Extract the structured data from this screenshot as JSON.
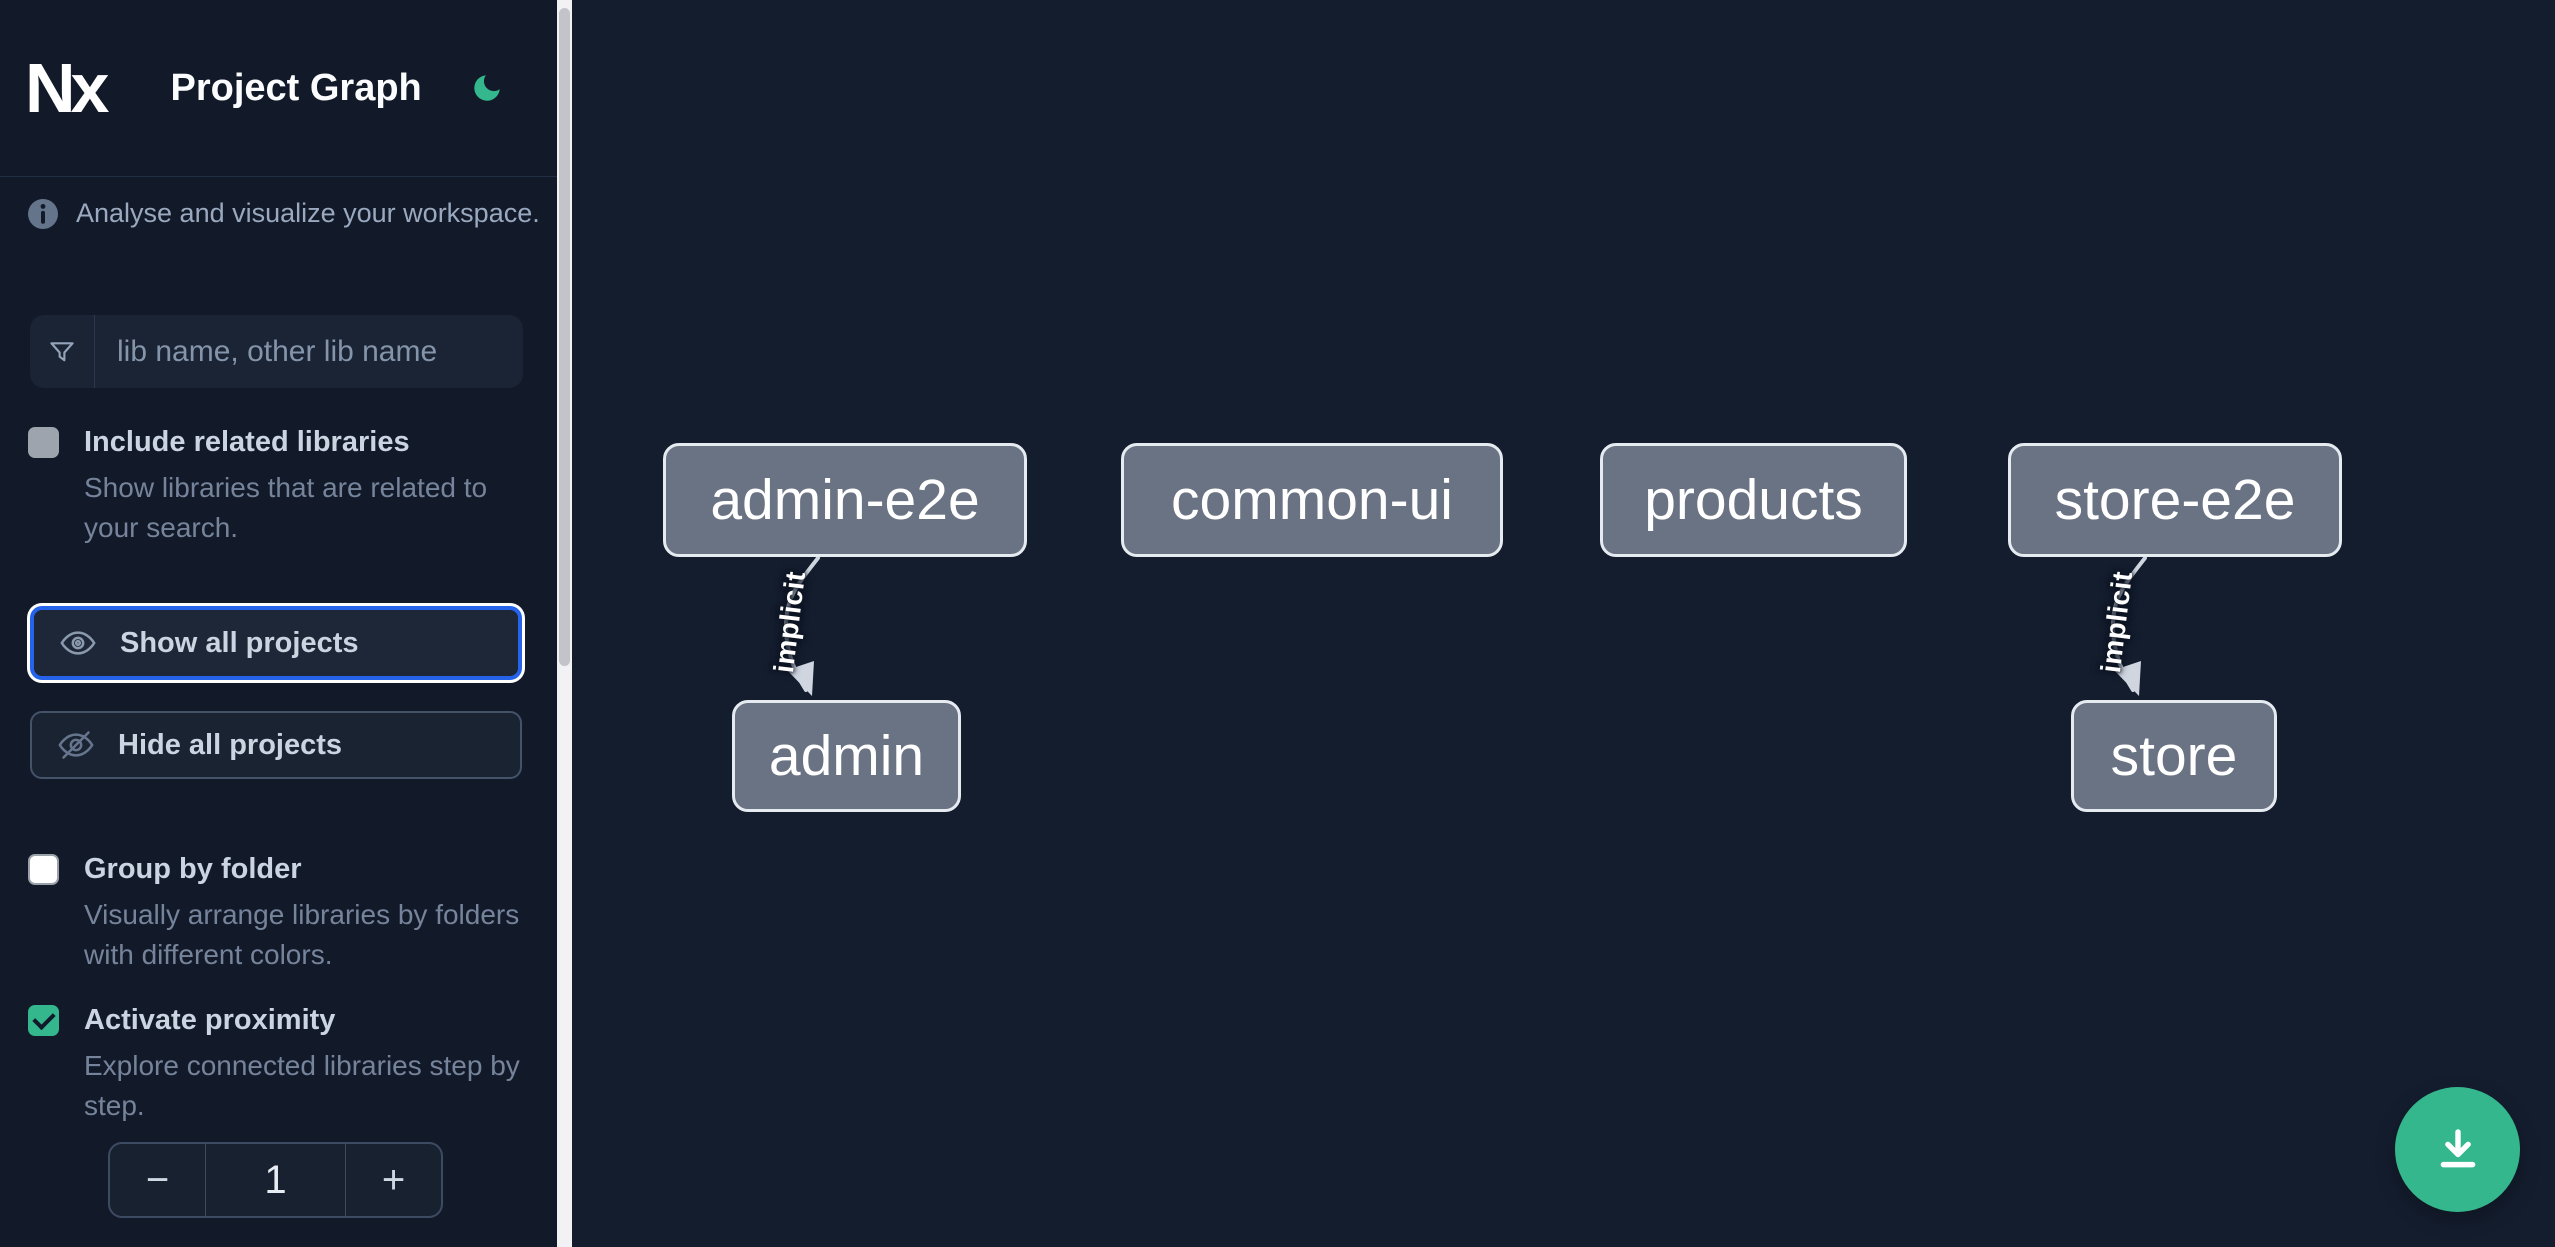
{
  "header": {
    "logo_text": "Nx",
    "title": "Project Graph"
  },
  "sidebar": {
    "info_text": "Analyse and visualize your workspace.",
    "search": {
      "placeholder": "lib name, other lib name"
    },
    "options": [
      {
        "label": "Include related libraries",
        "description": "Show libraries that are related to your search.",
        "checked": false
      },
      {
        "label": "Group by folder",
        "description": "Visually arrange libraries by folders with different colors.",
        "checked": false
      },
      {
        "label": "Activate proximity",
        "description": "Explore connected libraries step by step.",
        "checked": true
      }
    ],
    "actions": [
      {
        "label": "Show all projects",
        "focused": true
      },
      {
        "label": "Hide all projects",
        "focused": false
      }
    ],
    "proximity_stepper": {
      "decrease": "−",
      "value": "1",
      "increase": "+"
    }
  },
  "graph": {
    "nodes": [
      {
        "label": "admin-e2e"
      },
      {
        "label": "common-ui"
      },
      {
        "label": "products"
      },
      {
        "label": "store-e2e"
      },
      {
        "label": "admin"
      },
      {
        "label": "store"
      }
    ],
    "edges": [
      {
        "from": "admin-e2e",
        "to": "admin",
        "label": "implicit"
      },
      {
        "from": "store-e2e",
        "to": "store",
        "label": "implicit"
      }
    ]
  },
  "colors": {
    "accent_blue": "#2563eb",
    "accent_teal": "#34b78d",
    "node_fill": "#6a7383",
    "sidebar_bg": "#121a2a",
    "canvas_bg": "#141d2e"
  }
}
